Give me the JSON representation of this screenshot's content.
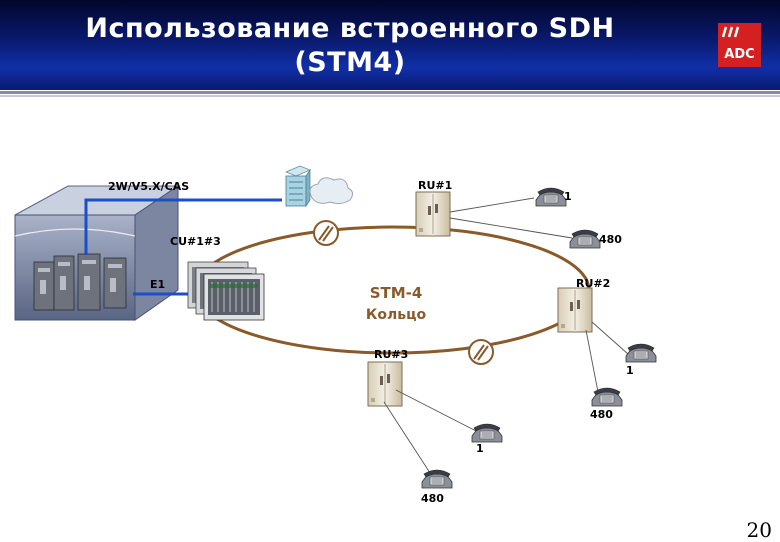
{
  "title": {
    "line1": "Использование встроенного SDH",
    "line2": "(STM4)"
  },
  "logo": {
    "text": "ADC",
    "color": "#d42020"
  },
  "page_number": "20",
  "diagram": {
    "ring": {
      "name": "STM-4",
      "subtitle": "Кольцо",
      "color": "#8a5a2a"
    },
    "link_color": "#1a4fc8",
    "labels": {
      "interface": "2W/V5.X/CAS",
      "cu": "CU#1#3",
      "e1": "E1",
      "ru1": "RU#1",
      "ru2": "RU#2",
      "ru3": "RU#3"
    },
    "phones": {
      "ru1_a": "1",
      "ru1_b": "480",
      "ru2_a": "1",
      "ru2_b": "480",
      "ru3_a": "1",
      "ru3_b": "480"
    },
    "icons": [
      "exchange-building-icon",
      "server-icon",
      "cloud-icon",
      "cabinet-icon",
      "telephone-icon",
      "regenerator-icon"
    ]
  }
}
